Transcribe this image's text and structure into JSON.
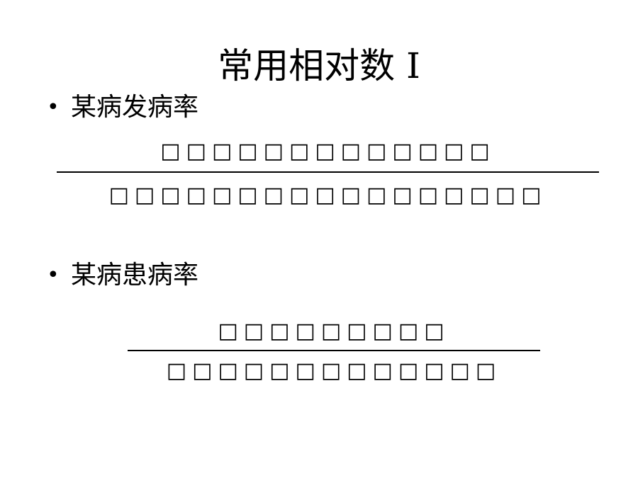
{
  "slide": {
    "title": "常用相对数 I",
    "bullet_symbol": "•",
    "sections": [
      {
        "label": "某病发病率",
        "numerator": "□□□□□□□□□□□□□",
        "denominator": "□□□□□□□□□□□□□□□□□"
      },
      {
        "label": "某病患病率",
        "numerator": "□□□□□□□□□",
        "denominator": "□□□□□□□□□□□□□"
      }
    ]
  }
}
